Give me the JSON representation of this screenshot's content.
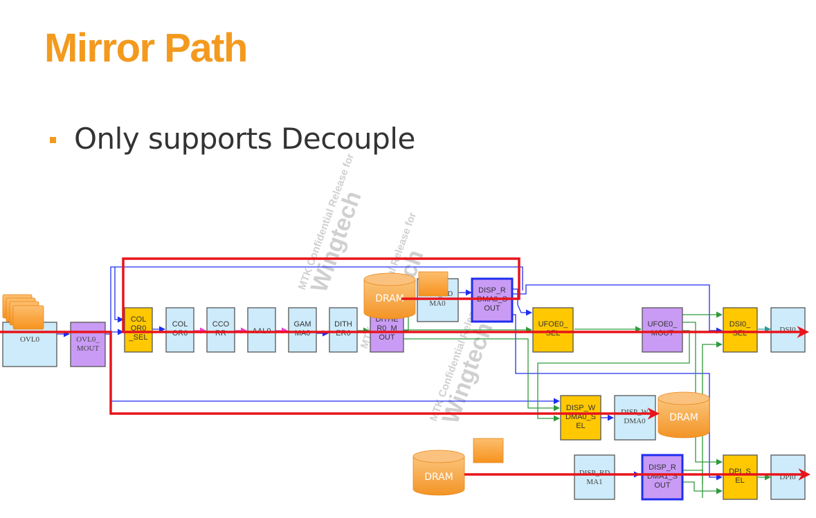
{
  "slide": {
    "title": "Mirror Path",
    "bullets": [
      {
        "text": "Only supports Decouple",
        "marker": "square-bullet"
      }
    ],
    "colors": {
      "title": "#F39A1E",
      "bullet": "#F39A1E",
      "mirror_path": "#E8141B",
      "link_blue": "#1F2EF0",
      "link_green": "#2E9A3A",
      "link_magenta": "#F03BD8",
      "block_cyan": "#CDEBFA",
      "block_yellow": "#FFC800",
      "block_purple": "#C99BF5",
      "dram_orange": "#F7A33A"
    }
  },
  "diagram": {
    "blocks": {
      "ovl0": {
        "lines": [
          "OVL0"
        ],
        "type": "engine"
      },
      "ovl0_mout": {
        "lines": [
          "OVL0_",
          "MOUT"
        ],
        "type": "mout"
      },
      "color0_sel": {
        "lines": [
          "COL",
          "OR0",
          "_SEL"
        ],
        "type": "sel"
      },
      "color0": {
        "lines": [
          "COL",
          "OR0"
        ],
        "type": "engine"
      },
      "ccorr": {
        "lines": [
          "CCO",
          "RR"
        ],
        "type": "engine"
      },
      "aal0": {
        "lines": [
          "AAL0"
        ],
        "type": "engine"
      },
      "gamma0": {
        "lines": [
          "GAM",
          "MA0"
        ],
        "type": "engine"
      },
      "dither0": {
        "lines": [
          "DITH",
          "ER0"
        ],
        "type": "engine"
      },
      "dither0_mout": {
        "lines": [
          "DITHE",
          "R0_M",
          "OUT"
        ],
        "type": "mout"
      },
      "disp_rdma0": {
        "lines": [
          "DISP_RD",
          "MA0"
        ],
        "type": "engine"
      },
      "disp_rdma0_sout": {
        "lines": [
          "DISP_R",
          "DMA0_S",
          "OUT"
        ],
        "type": "sout"
      },
      "ufoe0_sel": {
        "lines": [
          "UFOE0_",
          "SEL"
        ],
        "type": "sel"
      },
      "ufoe0_mout": {
        "lines": [
          "UFOE0_",
          "MOUT"
        ],
        "type": "mout"
      },
      "dsi0_sel": {
        "lines": [
          "DSI0_",
          "SEL"
        ],
        "type": "sel"
      },
      "dsi0": {
        "lines": [
          "DSI0"
        ],
        "type": "engine"
      },
      "disp_wdma0_sel": {
        "lines": [
          "DISP_W",
          "DMA0_S",
          "EL"
        ],
        "type": "sel"
      },
      "disp_wdma0": {
        "lines": [
          "DISP_W",
          "DMA0"
        ],
        "type": "engine"
      },
      "disp_rdma1": {
        "lines": [
          "DISP_RD",
          "MA1"
        ],
        "type": "engine"
      },
      "disp_rdma1_sout": {
        "lines": [
          "DISP_R",
          "DMA1_S",
          "OUT"
        ],
        "type": "sout"
      },
      "dpi_sel": {
        "lines": [
          "DPI_S",
          "EL"
        ],
        "type": "sel"
      },
      "dpi0": {
        "lines": [
          "DPI0"
        ],
        "type": "engine"
      }
    },
    "dram_label": "DRAM",
    "dram_instances": [
      "dram-top",
      "dram-wdma",
      "dram-bottom"
    ],
    "mirror_paths": [
      "OVL0 → OVL0_MOUT → DISP_WDMA0_SEL → DISP_WDMA0 → DRAM",
      "DRAM → DISP_RDMA0 → DISP_RDMA0_SOUT → UFOE0_SEL → UFOE0_MOUT → DSI0_SEL → DSI0",
      "DRAM → DISP_RDMA1 → DISP_RDMA1_SOUT → DPI_SEL → DPI0"
    ],
    "watermark": {
      "line1": "MTK Confidential Release for",
      "line2": "Wingtech"
    }
  }
}
